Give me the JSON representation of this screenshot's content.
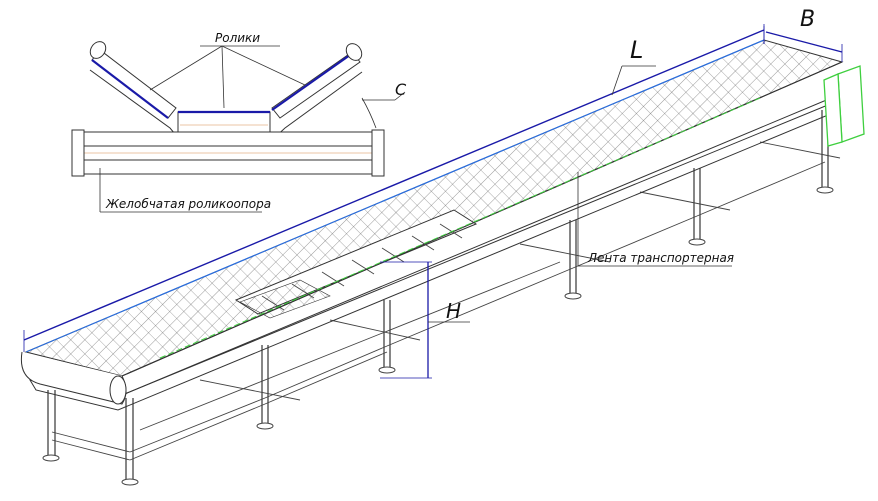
{
  "labels": {
    "rollers": "Ролики",
    "trough_support": "Желобчатая роликоопора",
    "belt": "Лента транспортерная"
  },
  "dimensions": {
    "length": "L",
    "width": "B",
    "height": "H",
    "clearance": "C"
  },
  "colors": {
    "outline": "#333333",
    "dimension": "#1a1aa8",
    "belt_edge": "#2b6fe0",
    "green_accent": "#3fcf3f",
    "mesh": "#555555"
  }
}
